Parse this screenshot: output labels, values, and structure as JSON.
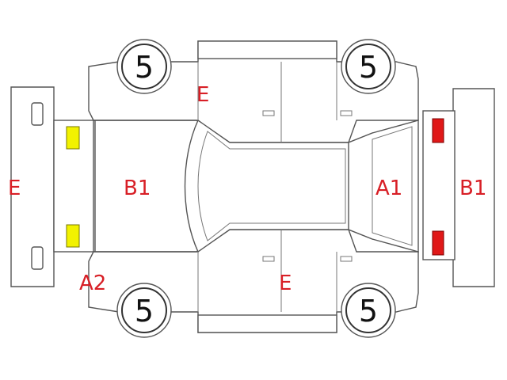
{
  "tires": {
    "front_left": "5",
    "front_right": "5",
    "rear_left": "5",
    "rear_right": "5"
  },
  "labels": {
    "rear_bumper": "E",
    "trunk_lid": "B1",
    "rear_quarter_left": "A2",
    "roof_pillar_top": "E",
    "door_lower": "E",
    "windshield_area": "A1",
    "front_bumper": "B1"
  },
  "colors": {
    "label_red": "#d81f26",
    "marker_yellow": "#f2f200",
    "marker_red": "#e01818",
    "outline": "#555555"
  },
  "markers": [
    {
      "name": "yellow-marker-rear-left",
      "color": "yellow"
    },
    {
      "name": "yellow-marker-rear-right",
      "color": "yellow"
    },
    {
      "name": "red-marker-front-left",
      "color": "red"
    },
    {
      "name": "red-marker-front-right",
      "color": "red"
    }
  ]
}
